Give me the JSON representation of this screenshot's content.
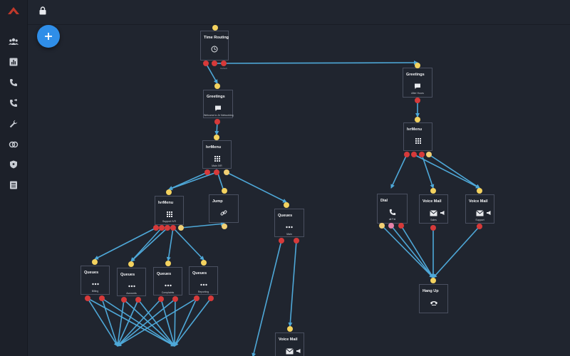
{
  "colors": {
    "background": "#20252f",
    "sidebar": "#1c2029",
    "node_border": "#4a5060",
    "edge": "#4ea8d8",
    "port_in": "#f3d25f",
    "port_out": "#d63a3a",
    "fab": "#2f8ee8"
  },
  "sidebar": {
    "logo_icon": "brand-logo-icon",
    "items": [
      {
        "icon": "users-icon"
      },
      {
        "icon": "bar-chart-icon"
      },
      {
        "icon": "phone-icon"
      },
      {
        "icon": "phone-forward-icon"
      },
      {
        "icon": "wrench-icon"
      },
      {
        "icon": "link-rings-icon"
      },
      {
        "icon": "shield-icon"
      },
      {
        "icon": "list-icon"
      }
    ]
  },
  "topbar": {
    "lock_icon": "lock-icon"
  },
  "fab": {
    "label": "+"
  },
  "flow": {
    "nodes": [
      {
        "id": "time-routing",
        "title": "Time Routing",
        "subtitle": "",
        "icon": "clock-icon"
      },
      {
        "id": "greetings-main",
        "title": "Greetings",
        "subtitle": "Welcome to Je Networking",
        "icon": "chat-icon"
      },
      {
        "id": "greetings-after",
        "title": "Greetings",
        "subtitle": "After Hours",
        "icon": "chat-icon"
      },
      {
        "id": "ivrmenu-main",
        "title": "IvrMenu",
        "subtitle": "Main IVR",
        "icon": "keypad-icon"
      },
      {
        "id": "ivrmenu-after",
        "title": "IvrMenu",
        "subtitle": "",
        "icon": "keypad-icon"
      },
      {
        "id": "ivrmenu-support",
        "title": "IvrMenu",
        "subtitle": "Support IVR",
        "icon": "keypad-icon"
      },
      {
        "id": "jump",
        "title": "Jump",
        "subtitle": "",
        "icon": "link-icon"
      },
      {
        "id": "queues-main",
        "title": "Queues",
        "subtitle": "Main",
        "icon": "dots-icon"
      },
      {
        "id": "dial",
        "title": "Dial",
        "subtitle": "all Fal",
        "icon": "phone-icon"
      },
      {
        "id": "voicemail-sales",
        "title": "Voice Mail",
        "subtitle": "Sales",
        "icon": "mail-icon"
      },
      {
        "id": "voicemail-support",
        "title": "Voice Mail",
        "subtitle": "Support",
        "icon": "mail-icon"
      },
      {
        "id": "queues-billing",
        "title": "Queues",
        "subtitle": "Billing",
        "icon": "dots-icon"
      },
      {
        "id": "queues-accounts",
        "title": "Queues",
        "subtitle": "Accounts",
        "icon": "dots-icon"
      },
      {
        "id": "queues-complaints",
        "title": "Queues",
        "subtitle": "Complaints",
        "icon": "dots-icon"
      },
      {
        "id": "queues-reporting",
        "title": "Queues",
        "subtitle": "Reporting",
        "icon": "dots-icon"
      },
      {
        "id": "hang-up",
        "title": "Hang Up",
        "subtitle": "",
        "icon": "hangup-icon"
      },
      {
        "id": "voicemail-bottom",
        "title": "Voice Mail",
        "subtitle": "",
        "icon": "mail-icon"
      }
    ],
    "port_labels": {
      "time-routing": [
        "",
        "",
        "Default"
      ]
    }
  }
}
